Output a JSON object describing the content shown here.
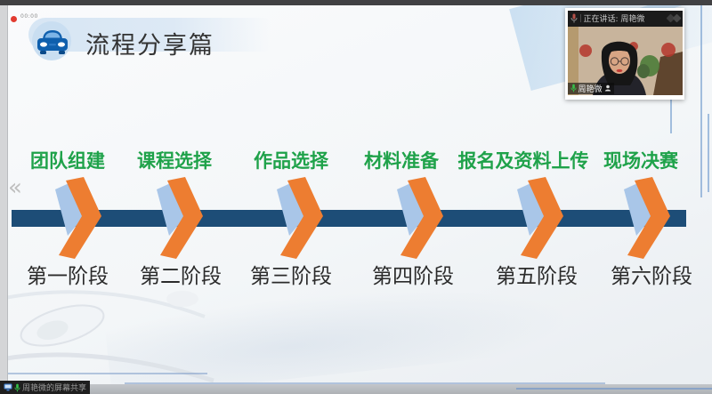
{
  "recording": {
    "timer": "00:00"
  },
  "nav": {
    "back_glyph": "«"
  },
  "slide": {
    "title": "流程分享篇",
    "timeline": {
      "milestones": [
        {
          "label": "团队组建",
          "stage": "第一阶段"
        },
        {
          "label": "课程选择",
          "stage": "第二阶段"
        },
        {
          "label": "作品选择",
          "stage": "第三阶段"
        },
        {
          "label": "材料准备",
          "stage": "第四阶段"
        },
        {
          "label": "报名及资料上传",
          "stage": "第五阶段"
        },
        {
          "label": "现场决赛",
          "stage": "第六阶段"
        }
      ],
      "colors": {
        "label_green": "#1fa24a",
        "bar_navy": "#1d4d77",
        "arrow_orange": "#ed7d31",
        "arrow_light_blue": "#a9c6e8"
      }
    }
  },
  "webcam": {
    "speaking_label": "正在讲话: 周艳微",
    "participant_name": "周艳微"
  },
  "share_banner": {
    "text": "周艳微的屏幕共享"
  }
}
